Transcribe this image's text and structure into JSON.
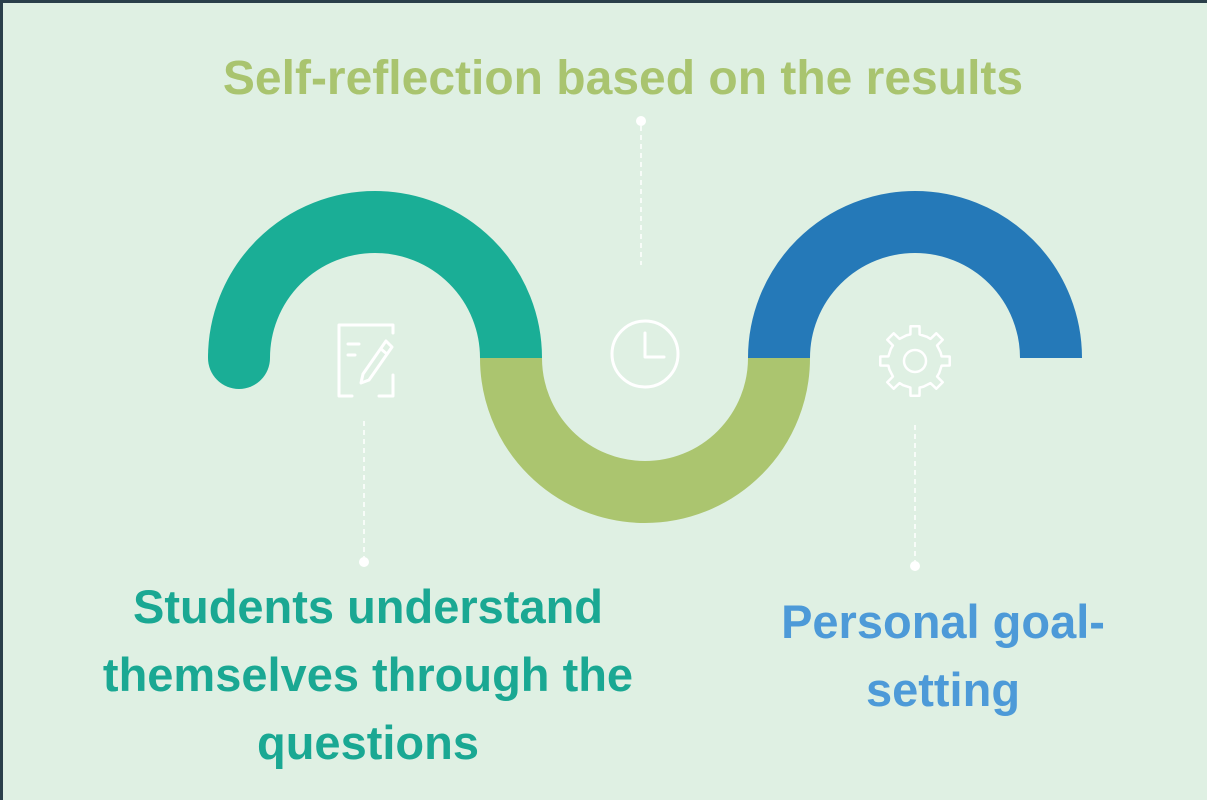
{
  "stages": {
    "top": {
      "label": "Self-reflection based on the results",
      "icon": "clock-icon",
      "color": "#a9c46f"
    },
    "bottom_left": {
      "label": "Students understand themselves through the questions",
      "icon": "edit-document-icon",
      "color": "#1aa893"
    },
    "bottom_right": {
      "label": "Personal goal-setting",
      "icon": "gear-icon",
      "color": "#4d9ad8"
    }
  },
  "colors": {
    "background": "#dff0e3",
    "frame_border": "#2a3f4a",
    "arc_teal": "#1aae96",
    "arc_green": "#abc56f",
    "arc_blue": "#2579b8",
    "icon_stroke": "#ffffff"
  }
}
